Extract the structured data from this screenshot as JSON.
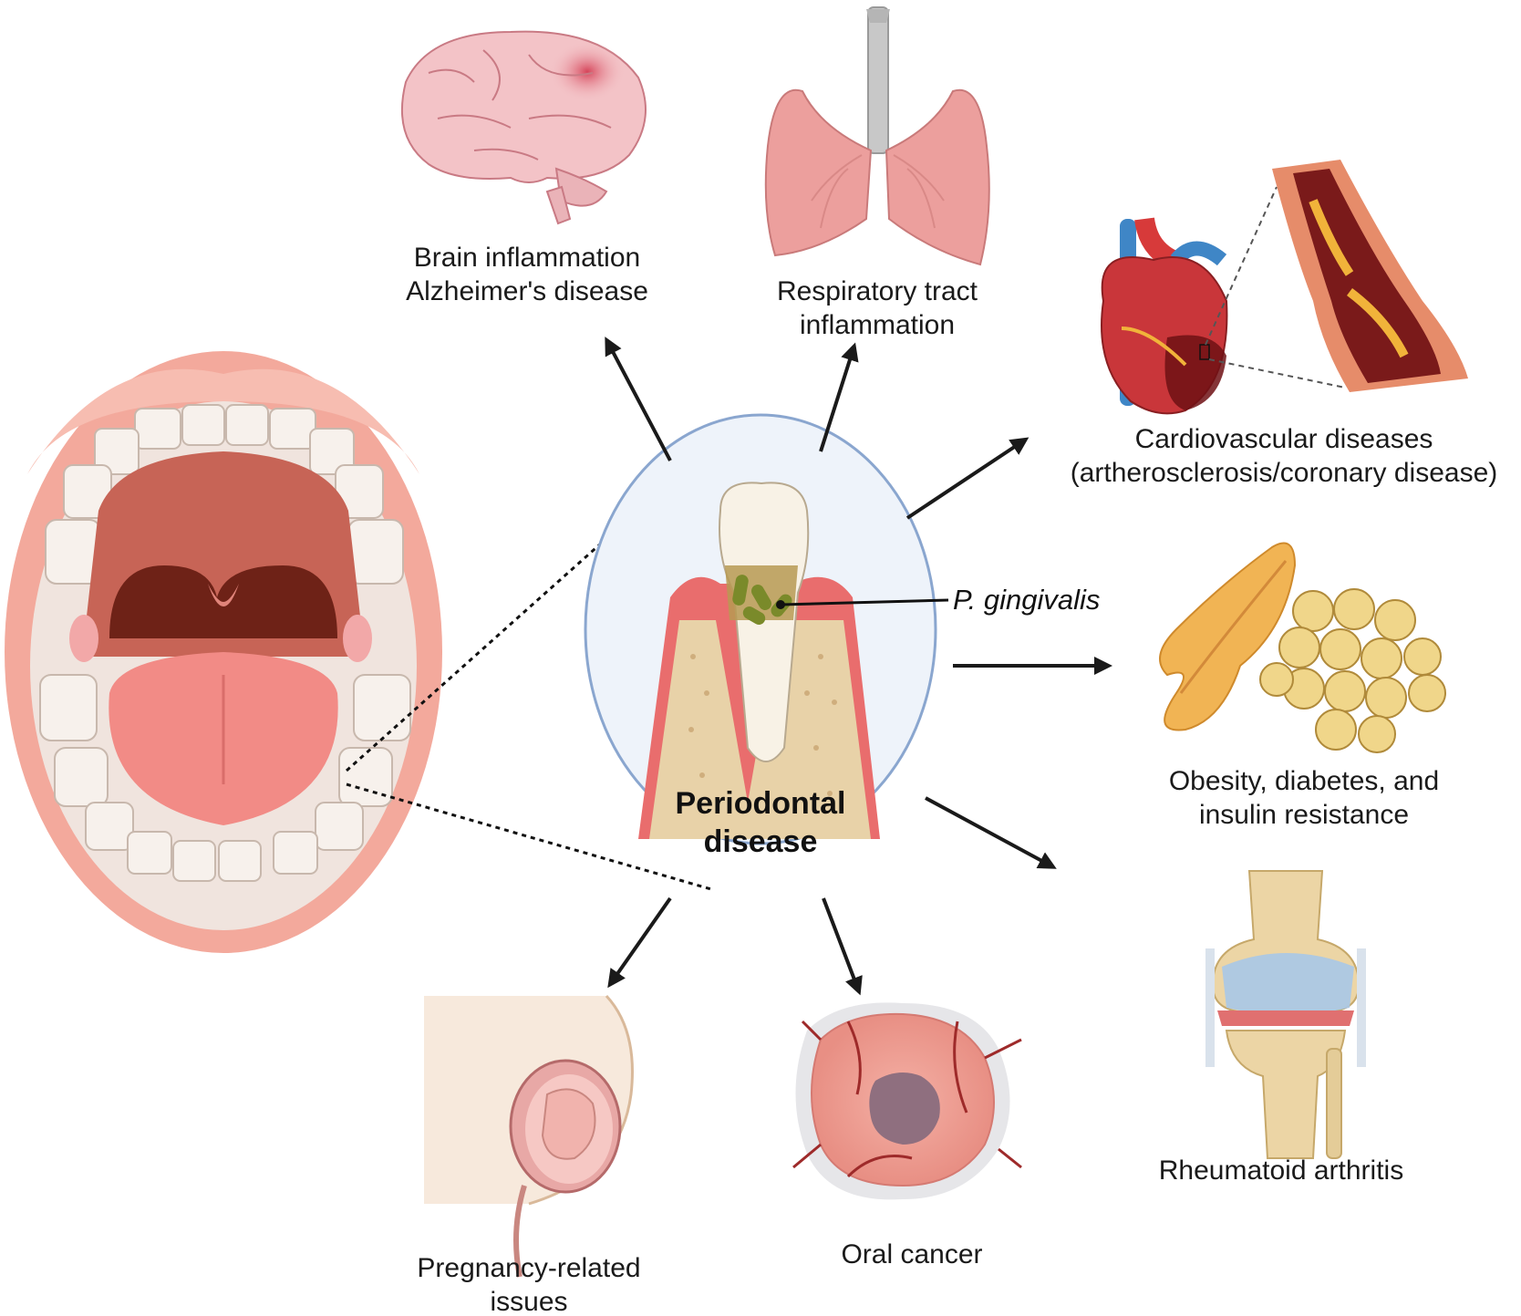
{
  "center": {
    "line1": "Periodontal",
    "line2": "disease",
    "bacteria_label": "P. gingivalis"
  },
  "outcomes": {
    "brain": {
      "line1": "Brain inflammation",
      "line2": "Alzheimer's disease",
      "icon": "brain-icon"
    },
    "respiratory": {
      "line1": "Respiratory tract",
      "line2": "inflammation",
      "icon": "lungs-icon"
    },
    "cardio": {
      "line1": "Cardiovascular diseases",
      "line2": "(artherosclerosis/coronary disease)",
      "icon": "heart-icon"
    },
    "metabolic": {
      "line1": "Obesity, diabetes, and",
      "line2": "insulin resistance",
      "icon": "pancreas-fat-icon"
    },
    "arthritis": {
      "line1": "Rheumatoid arthritis",
      "icon": "knee-joint-icon"
    },
    "cancer": {
      "line1": "Oral cancer",
      "icon": "tumor-icon"
    },
    "pregnancy": {
      "line1": "Pregnancy-related",
      "line2": "issues",
      "icon": "pregnancy-icon"
    }
  },
  "colors": {
    "ellipse_fill": "#eef3fa",
    "ellipse_stroke": "#8aa6cf",
    "arrow": "#1a1a1a",
    "lip": "#f0a59a",
    "gum": "#e96d6d",
    "bone": "#e8d2a8"
  }
}
